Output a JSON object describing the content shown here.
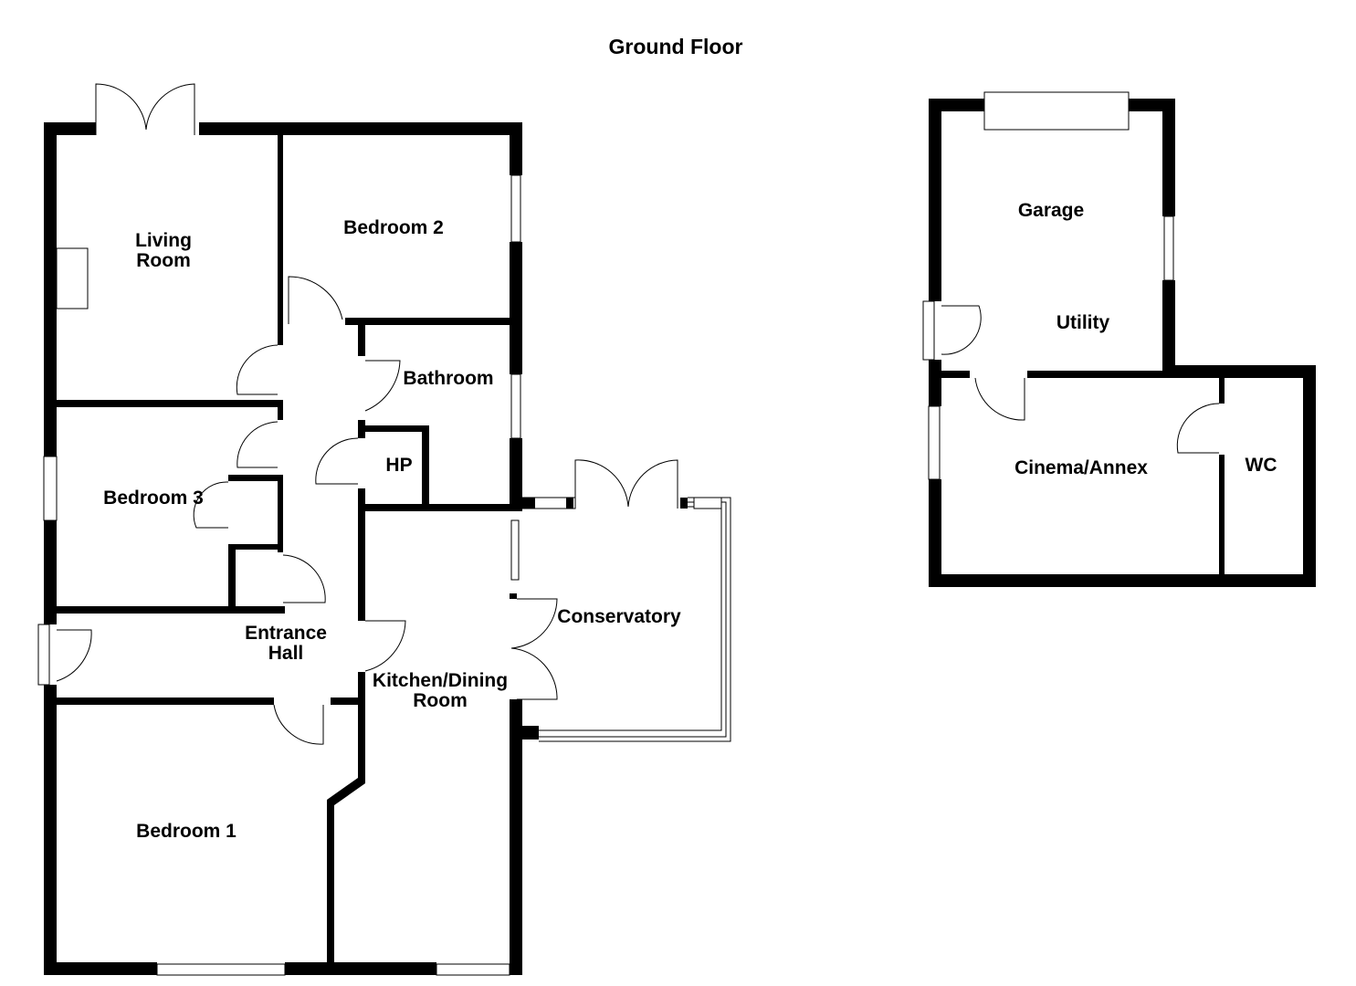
{
  "title": "Ground Floor",
  "rooms": {
    "living_room": [
      "Living",
      "Room"
    ],
    "bedroom2": "Bedroom 2",
    "bathroom": "Bathroom",
    "hp": "HP",
    "bedroom3": "Bedroom 3",
    "entrance_hall": [
      "Entrance",
      "Hall"
    ],
    "kitchen_dining": [
      "Kitchen/Dining",
      "Room"
    ],
    "conservatory": "Conservatory",
    "bedroom1": "Bedroom 1",
    "garage": "Garage",
    "utility": "Utility",
    "cinema_annex": "Cinema/Annex",
    "wc": "WC"
  },
  "colors": {
    "wall": "#000000",
    "background": "#ffffff"
  }
}
